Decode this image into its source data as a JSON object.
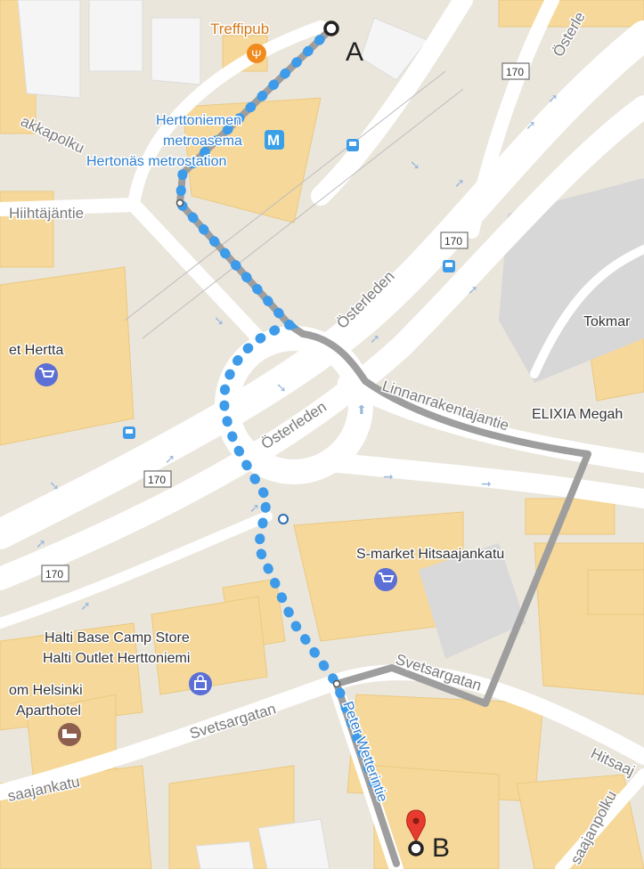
{
  "map": {
    "route_points": {
      "start_letter": "A",
      "end_letter": "B"
    },
    "pois": {
      "restaurant": "Treffipub",
      "metro_fi_line1": "Herttoniemen",
      "metro_fi_line2": "metroasema",
      "metro_sv": "Hertonäs metrostation",
      "metro_badge": "M",
      "shop_left": "et Hertta",
      "shop_right": "Tokmar",
      "gym": "ELIXIA Megah",
      "smarket": "S-market Hitsaajankatu",
      "halti_line1": "Halti Base Camp Store",
      "halti_line2": "Halti Outlet Herttoniemi",
      "hotel_line1": "om Helsinki",
      "hotel_line2": "Aparthotel"
    },
    "streets": {
      "akkapolku": "akkapolku",
      "hiihtajantie": "Hiihtäjäntie",
      "osterleden_top": "Österle",
      "osterleden_mid": "Österleden",
      "osterleden_ring": "Österleden",
      "linnanrakentajantie": "Linnanrakentajantie",
      "svetsargatan_right": "Svetsargatan",
      "svetsargatan_left": "Svetsargatan",
      "saajankatu": "saajankatu",
      "peter_wetterin_tie": "Peter Wetterintie",
      "hitsaaj": "Hitsaaj",
      "saajanpolku": "saajanpolku"
    },
    "route_shields": [
      "170",
      "170",
      "170",
      "170"
    ],
    "colors": {
      "walking_route": "#3d9be9",
      "driving_route": "#9e9e9e",
      "building": "#f6d89a",
      "land": "#ebe6dc",
      "road": "#ffffff",
      "pin": "#e63b2e"
    }
  }
}
